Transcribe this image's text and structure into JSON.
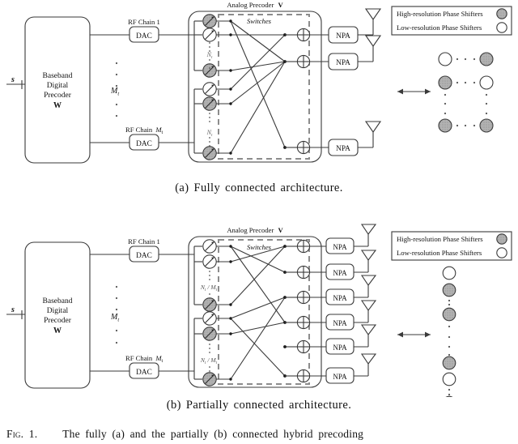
{
  "figure": {
    "caption_a": "(a) Fully connected architecture.",
    "caption_b": "(b) Partially connected architecture.",
    "figure_caption_prefix": "Fig. 1.",
    "figure_caption_text": "The fully (a) and the partially (b) connected hybrid precoding"
  },
  "blocks": {
    "baseband_line1": "Baseband",
    "baseband_line2": "Digital",
    "baseband_line3": "Precoder",
    "baseband_matrix": "W",
    "input_signal": "s",
    "stream_count": "M",
    "stream_count_sub": "t",
    "dac": "DAC",
    "npa": "NPA",
    "rf_chain_first": "RF Chain 1",
    "rf_chain_last": "RF Chain",
    "rf_chain_last_sym": "M",
    "rf_chain_last_sub": "t",
    "analog_precoder": "Analog Precoder",
    "analog_precoder_matrix": "V",
    "switches": "Switches",
    "antenna_count_full": "N",
    "antenna_count_full_sub": "t",
    "antenna_count_partial": "N",
    "antenna_count_partial_sub": "t",
    "antenna_count_partial_div": "/ M",
    "antenna_count_partial_div_sub": "t"
  },
  "legend": {
    "high_res": "High-resolution Phase Shifters",
    "low_res": "Low-resolution Phase Shifters",
    "high_res_fill": "#a8a8a8",
    "low_res_fill": "#ffffff"
  },
  "array_a": {
    "description": "2D antenna array grid, planar",
    "rows": [
      [
        "low",
        "high"
      ],
      [
        "high",
        "low"
      ],
      [
        "high",
        "high"
      ]
    ]
  },
  "array_b": {
    "description": "1D antenna array column, linear",
    "cells": [
      "low",
      "high",
      "high",
      "high",
      "low",
      "high"
    ]
  },
  "phase_shifters_a": {
    "group1": [
      "high",
      "low",
      "high"
    ],
    "group2": [
      "low",
      "high",
      "high"
    ]
  },
  "phase_shifters_b": {
    "group1": [
      "low",
      "high"
    ],
    "group2": [
      "low",
      "high",
      "high"
    ]
  },
  "colors": {
    "line": "#3a3a3a",
    "dashed": "#8c8c8c",
    "text": "#111111"
  }
}
